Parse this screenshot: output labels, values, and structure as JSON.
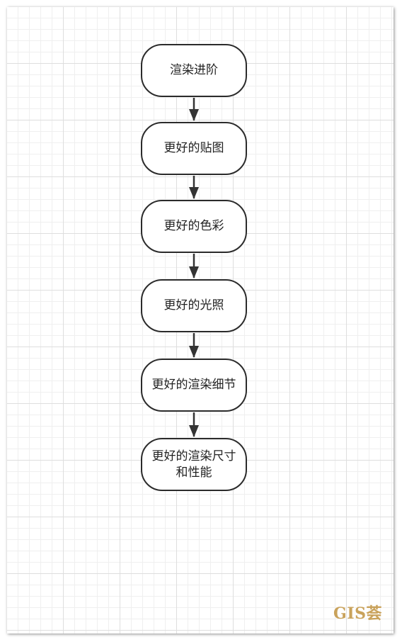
{
  "flowchart": {
    "nodes": [
      {
        "id": "n1",
        "label": "渲染进阶"
      },
      {
        "id": "n2",
        "label": "更好的贴图"
      },
      {
        "id": "n3",
        "label": "更好的色彩"
      },
      {
        "id": "n4",
        "label": "更好的光照"
      },
      {
        "id": "n5",
        "label": "更好的渲染细节"
      },
      {
        "id": "n6",
        "label": "更好的渲染尺寸和性能"
      }
    ],
    "edges": [
      {
        "from": "n1",
        "to": "n2"
      },
      {
        "from": "n2",
        "to": "n3"
      },
      {
        "from": "n3",
        "to": "n4"
      },
      {
        "from": "n4",
        "to": "n5"
      },
      {
        "from": "n5",
        "to": "n6"
      }
    ]
  },
  "watermark": "GIS荟",
  "colors": {
    "node_border": "#2b2b2b",
    "arrow": "#333333",
    "watermark": "#c9a25b",
    "grid": "#dedede"
  }
}
